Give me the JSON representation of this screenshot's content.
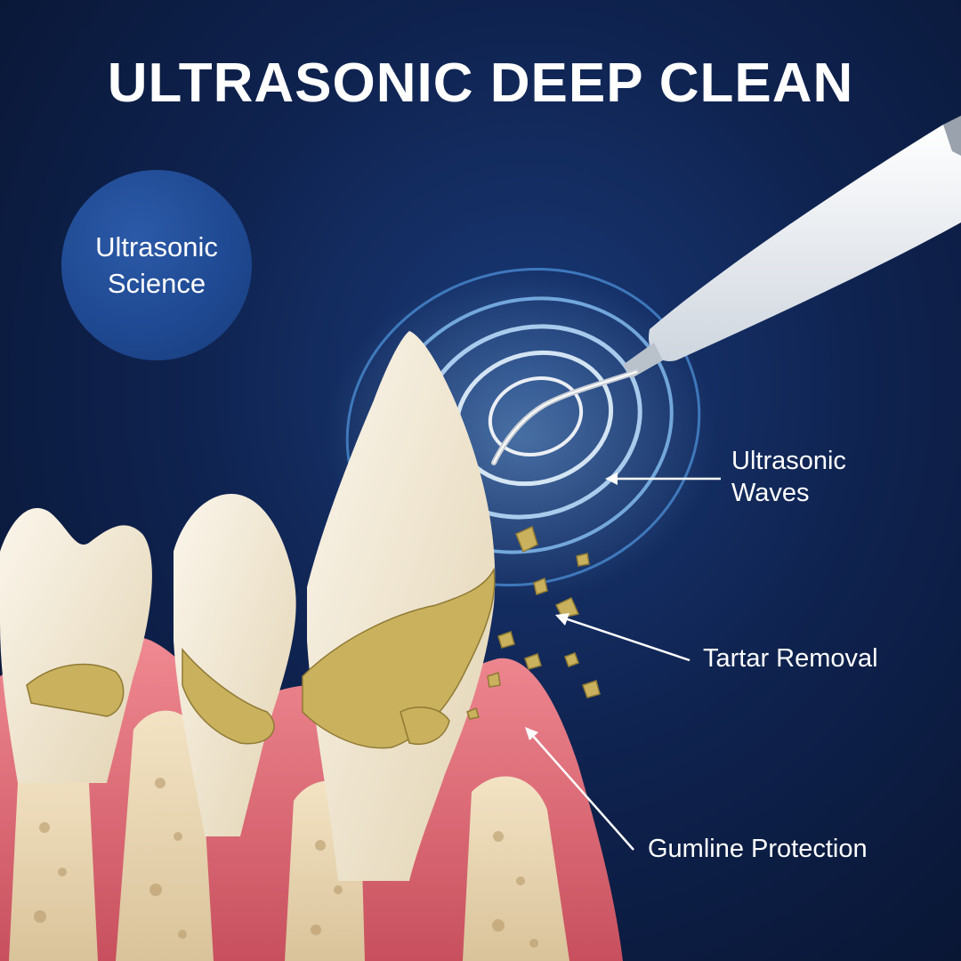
{
  "title": "ULTRASONIC DEEP CLEAN",
  "badge": {
    "line1": "Ultrasonic",
    "line2": "Science"
  },
  "callouts": {
    "waves": {
      "line1": "Ultrasonic",
      "line2": "Waves"
    },
    "tartar": "Tartar Removal",
    "gumline": "Gumline Protection"
  },
  "colors": {
    "background": "#0f2350",
    "badge": "#1e4890",
    "wave_glow": "#7cc4ff",
    "gum": "#d9707a",
    "tooth": "#f1e8d6",
    "tartar": "#c9b15e"
  },
  "icons": [
    "ultrasonic-scaler-device",
    "ultrasonic-wave-rings",
    "tooth-illustration",
    "tartar-fragments",
    "callout-arrow"
  ]
}
